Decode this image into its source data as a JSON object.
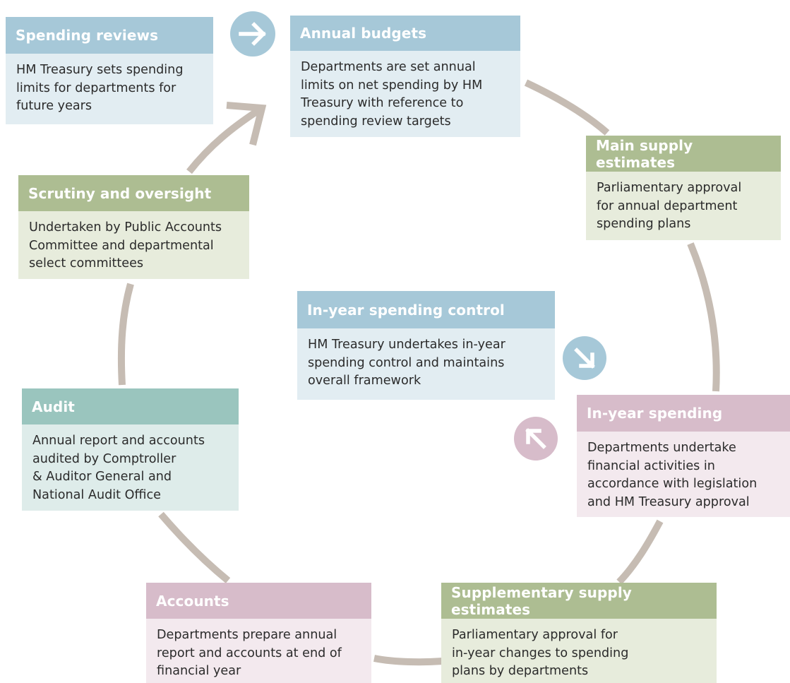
{
  "colors": {
    "ring": "#c6bcb3",
    "blue_header": "#a6c8d8",
    "blue_body": "#e2edf2",
    "green_header": "#adbd92",
    "green_body": "#e7ecdc",
    "teal_header": "#9ac5be",
    "teal_body": "#deecea",
    "pink_header": "#d7bcca",
    "pink_body": "#f3e9ee",
    "arrow_blue": "#a6c8d8",
    "arrow_pink": "#d7bcca"
  },
  "icons": {
    "start_arrow": "arrow-right-icon",
    "control_arrow": "arrow-down-right-icon",
    "return_arrow": "arrow-up-left-icon"
  },
  "boxes": {
    "spending_reviews": {
      "title": "Spending reviews",
      "text": "HM Treasury sets spending\nlimits for departments for\nfuture years"
    },
    "annual_budgets": {
      "title": "Annual budgets",
      "text": "Departments are set annual\nlimits on net spending by HM\nTreasury with reference to\nspending review targets"
    },
    "main_supply": {
      "title": "Main supply estimates",
      "text": "Parliamentary approval\nfor annual department\nspending plans"
    },
    "in_year_spending": {
      "title": "In-year spending",
      "text": "Departments undertake\nfinancial activities in\naccordance with legislation\nand HM Treasury approval"
    },
    "supplementary_supply": {
      "title": "Supplementary supply estimates",
      "text": "Parliamentary approval for\nin-year changes to spending\nplans by departments"
    },
    "accounts": {
      "title": "Accounts",
      "text": "Departments prepare annual\nreport and accounts at end of\nfinancial year"
    },
    "audit": {
      "title": "Audit",
      "text": "Annual report and accounts\naudited by Comptroller\n& Auditor General and\nNational Audit Office"
    },
    "scrutiny": {
      "title": "Scrutiny and oversight",
      "text": "Undertaken by Public Accounts\nCommittee and departmental\nselect committees"
    },
    "in_year_control": {
      "title": "In-year spending control",
      "text": "HM Treasury undertakes in-year\nspending control and maintains\noverall framework"
    }
  }
}
